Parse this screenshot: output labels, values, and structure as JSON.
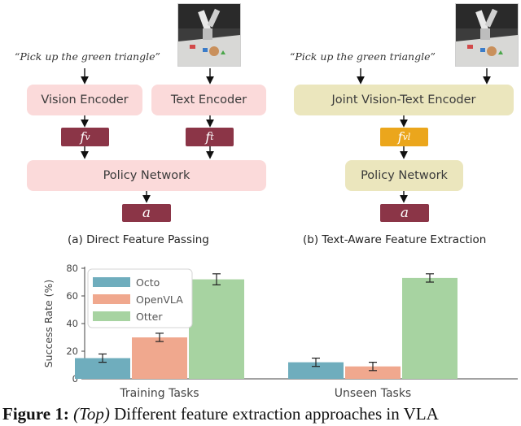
{
  "panel_a": {
    "instruction": "“Pick up the green triangle”",
    "vision_encoder": "Vision Encoder",
    "text_encoder": "Text Encoder",
    "feature_v_base": "f",
    "feature_v_sub": "v",
    "feature_t_base": "f",
    "feature_t_sub": "t",
    "policy_network": "Policy Network",
    "action": "a",
    "caption": "(a) Direct Feature Passing"
  },
  "panel_b": {
    "instruction": "“Pick up the green triangle”",
    "joint_encoder": "Joint Vision-Text Encoder",
    "feature_base": "f",
    "feature_sub": "vl",
    "policy_network": "Policy Network",
    "action": "a",
    "caption": "(b) Text-Aware Feature Extraction"
  },
  "colors": {
    "encoder_pink": "#fbdada",
    "encoder_khaki": "#ebe6bd",
    "feature_maroon": "#8b3547",
    "feature_gold": "#eba61c",
    "octo": "#6fadbd",
    "openvla": "#f0a88e",
    "otter": "#a7d3a1"
  },
  "chart_data": {
    "type": "bar",
    "categories": [
      "Training Tasks",
      "Unseen Tasks"
    ],
    "ylabel": "Success Rate (%)",
    "ylim": [
      0,
      80
    ],
    "yticks": [
      0,
      20,
      40,
      60,
      80
    ],
    "grid": false,
    "legend_position": "top-left",
    "series": [
      {
        "name": "Octo",
        "values": [
          15,
          12
        ],
        "errors": [
          3,
          3
        ],
        "color": "#6fadbd"
      },
      {
        "name": "OpenVLA",
        "values": [
          30,
          9
        ],
        "errors": [
          3,
          3
        ],
        "color": "#f0a88e"
      },
      {
        "name": "Otter",
        "values": [
          72,
          73
        ],
        "errors": [
          4,
          3
        ],
        "color": "#a7d3a1"
      }
    ]
  },
  "figure_caption": {
    "label": "Figure 1:",
    "tag": "(Top)",
    "text": "Different feature extraction approaches in VLA"
  }
}
